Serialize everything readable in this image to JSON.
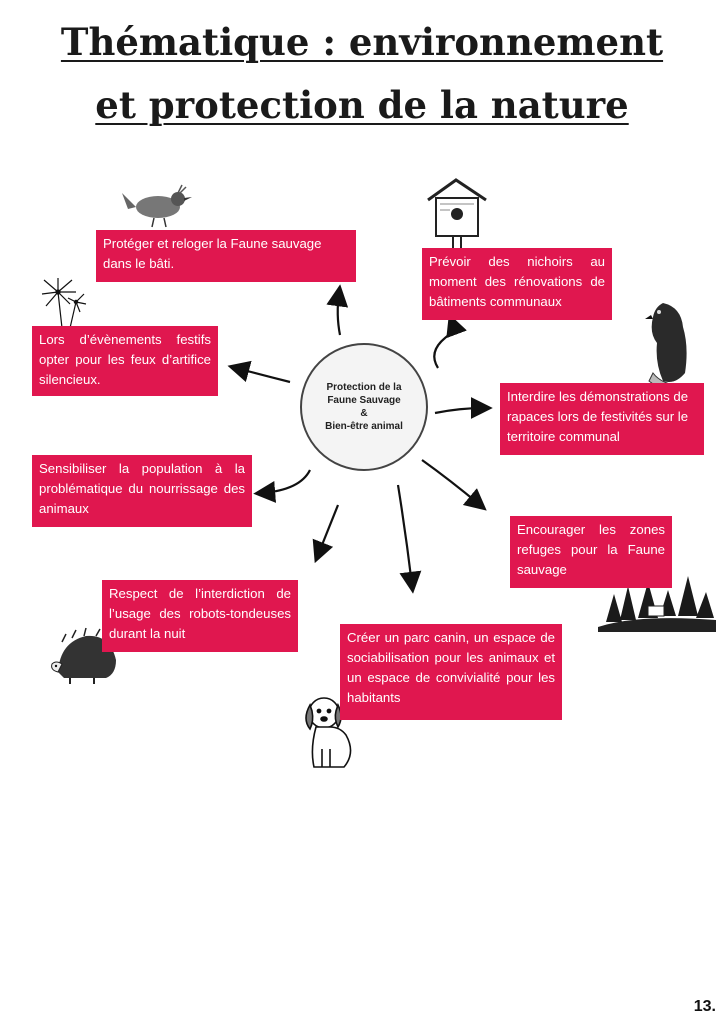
{
  "title_line1": "Thématique : environnement",
  "title_line2": "et protection de la nature",
  "center": {
    "line1": "Protection de la",
    "line2": "Faune Sauvage",
    "line3": "&",
    "line4": "Bien-être animal"
  },
  "boxes": {
    "relocate": "Protéger et reloger la Faune sauvage dans le bâti.",
    "nesting": "Prévoir des nichoirs au moment des rénovations de bâtiments communaux",
    "fireworks": "Lors d’évènements festifs opter pour les feux d’artifice silencieux.",
    "raptors": "Interdire les démonstrations de rapaces lors de festivités sur le territoire communal",
    "feeding": "Sensibiliser la population à la problématique du nourrissage des animaux",
    "refuges": "Encourager les zones refuges pour la Faune sauvage",
    "mowers": "Respect de l’interdiction de l’usage des robots-tondeuses durant la nuit",
    "dogpark": "Créer un parc canin, un espace de sociabilisation pour les animaux et un espace de convivialité pour les habitants"
  },
  "page_number": "13.",
  "colors": {
    "box": "#e0174f",
    "text": "#ffffff"
  },
  "icons": [
    "bird-icon",
    "birdhouse-icon",
    "fireworks-icon",
    "falcon-icon",
    "forest-icon",
    "hedgehog-icon",
    "dog-icon"
  ]
}
